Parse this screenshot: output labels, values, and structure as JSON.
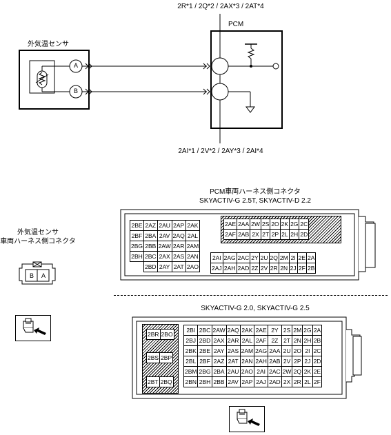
{
  "wiring": {
    "top_pin_label": "2R*1 / 2Q*2 / 2AX*3 / 2AT*4",
    "bottom_pin_label": "2AI*1 / 2V*2 / 2AY*3 / 2AI*4",
    "sensor_name": "外気温センサ",
    "pcm_name": "PCM",
    "terminal_a": "A",
    "terminal_b": "B"
  },
  "sensor_connector": {
    "title_line1": "外気温センサ",
    "title_line2": "車両ハーネス側コネクタ",
    "pins": [
      "B",
      "A"
    ]
  },
  "pcm_connector_title": "PCM車両ハーネス側コネクタ",
  "conn1": {
    "variant": "SKYACTIV-G 2.5T, SKYACTIV-D 2.2",
    "left_block": [
      [
        "2BE",
        "2AZ",
        "2AU",
        "2AP",
        "2AK"
      ],
      [
        "2BF",
        "2BA",
        "2AV",
        "2AQ",
        "2AL"
      ],
      [
        "2BG",
        "2BB",
        "2AW",
        "2AR",
        "2AM"
      ],
      [
        "2BH",
        "2BC",
        "2AX",
        "2AS",
        "2AN"
      ],
      [
        "",
        "2BD",
        "2AY",
        "2AT",
        "2AO"
      ]
    ],
    "hatched_block": [
      [
        "2AE",
        "2AA",
        "2W",
        "2S",
        "2O",
        "2K",
        "2G",
        "2C"
      ],
      [
        "2AF",
        "2AB",
        "2X",
        "2T",
        "2P",
        "2L",
        "2H",
        "2D"
      ]
    ],
    "bottom_block": [
      [
        "2AI",
        "2AG",
        "2AC",
        "2Y",
        "2U",
        "2Q",
        "2M",
        "2I",
        "2E",
        "2A"
      ],
      [
        "2AJ",
        "2AH",
        "2AD",
        "2Z",
        "2V",
        "2R",
        "2N",
        "2J",
        "2F",
        "2B"
      ]
    ]
  },
  "conn2": {
    "variant": "SKYACTIV-G 2.0, SKYACTIV-G 2.5",
    "left_pins": [
      "2BR",
      "2BO",
      "2BS",
      "2BP",
      "2BT",
      "2BQ"
    ],
    "grid": [
      [
        "2BI",
        "2BC",
        "2AW",
        "2AQ",
        "2AK",
        "2AE",
        "2Y",
        "2S",
        "2M",
        "2G",
        "2A"
      ],
      [
        "2BJ",
        "2BD",
        "2AX",
        "2AR",
        "2AL",
        "2AF",
        "2Z",
        "2T",
        "2N",
        "2H",
        "2B"
      ],
      [
        "2BK",
        "2BE",
        "2AY",
        "2AS",
        "2AM",
        "2AG",
        "2AA",
        "2U",
        "2O",
        "2I",
        "2C"
      ],
      [
        "2BL",
        "2BF",
        "2AZ",
        "2AT",
        "2AN",
        "2AH",
        "2AB",
        "2V",
        "2P",
        "2J",
        "2D"
      ],
      [
        "2BM",
        "2BG",
        "2BA",
        "2AU",
        "2AO",
        "2AI",
        "2AC",
        "2W",
        "2Q",
        "2K",
        "2E"
      ],
      [
        "2BN",
        "2BH",
        "2BB",
        "2AV",
        "2AP",
        "2AJ",
        "2AD",
        "2X",
        "2R",
        "2L",
        "2F"
      ]
    ]
  },
  "icons": [
    "connector-view-arrow-icon",
    "connector-view-arrow-icon"
  ]
}
